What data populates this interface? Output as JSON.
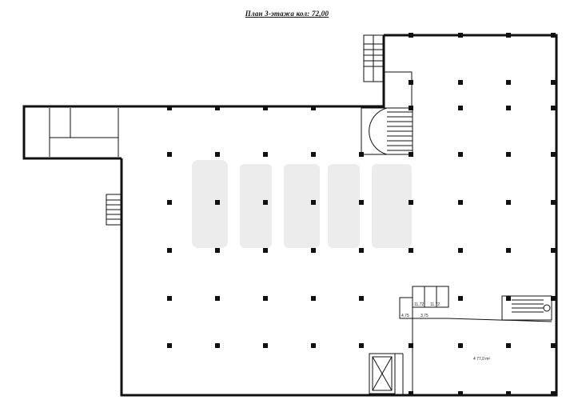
{
  "title": "План 3-этажа кол: 72,00",
  "colors": {
    "wall": "#111111",
    "column": "#111111",
    "watermark": "#e8e8e8"
  },
  "rooms": {
    "main_area": "4\n77,0 m²",
    "wc_a": "11,72",
    "wc_b": "11,72",
    "lobby": "3,75",
    "small": "4,75"
  }
}
